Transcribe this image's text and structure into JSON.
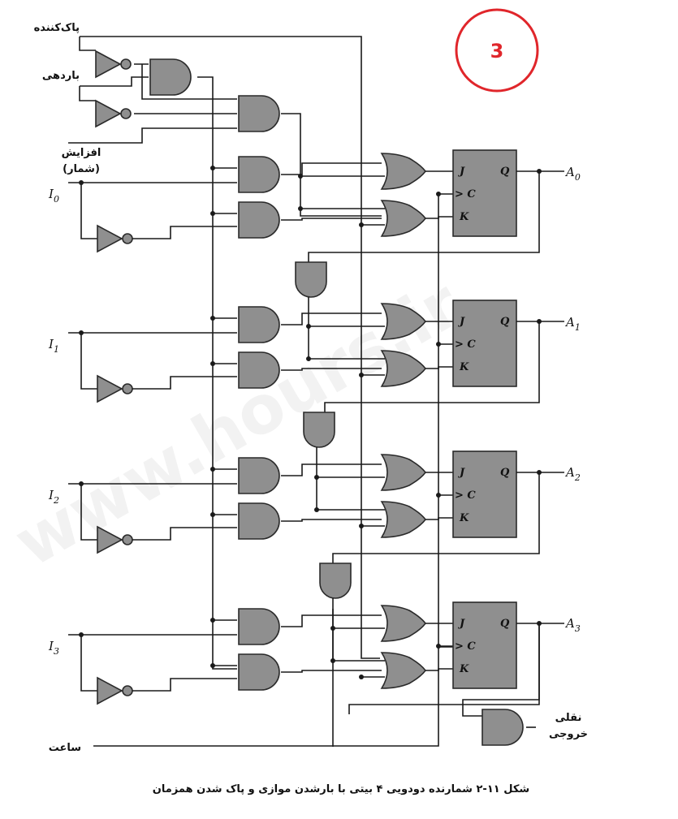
{
  "badge": {
    "text": "3",
    "color": "#e0262b"
  },
  "labels": {
    "clear": "پاک‌کننده",
    "load": "باردهی",
    "increment_1": "افزایش",
    "increment_2": "(شمار)",
    "clock": "ساعت",
    "carry_1": "نقلی",
    "carry_2": "خروجی"
  },
  "inputs": [
    {
      "letter": "I",
      "sub": "0"
    },
    {
      "letter": "I",
      "sub": "1"
    },
    {
      "letter": "I",
      "sub": "2"
    },
    {
      "letter": "I",
      "sub": "3"
    }
  ],
  "outputs": [
    {
      "letter": "A",
      "sub": "0"
    },
    {
      "letter": "A",
      "sub": "1"
    },
    {
      "letter": "A",
      "sub": "2"
    },
    {
      "letter": "A",
      "sub": "3"
    }
  ],
  "flipflop": {
    "j": "J",
    "c": "C",
    "k": "K",
    "q": "Q",
    "clk_mark": ">"
  },
  "watermark": "www.hours.ir",
  "caption": "شکل ۱۱-۲ شمارنده دودویی ۴ بیتی با بارشدن موازی و پاک شدن همزمان",
  "colors": {
    "gate_fill": "#8f8f8f",
    "wire": "#1a1a1a"
  }
}
